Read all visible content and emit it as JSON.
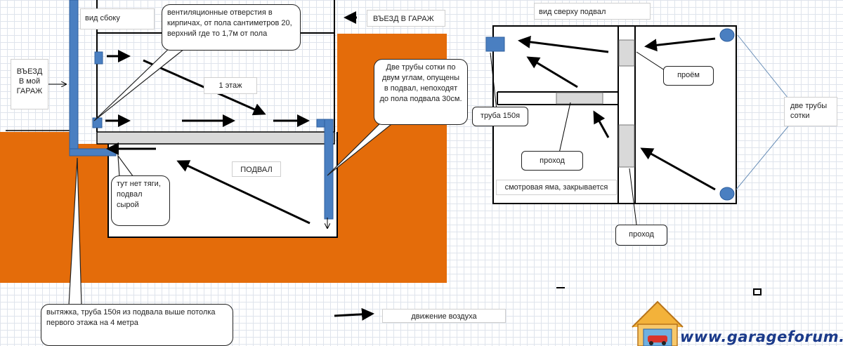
{
  "side_view": {
    "title": "вид сбоку",
    "entrance_top": "ВЪЕЗД В ГАРАЖ",
    "entrance_left": "ВЪЕЗД В мой ГАРАЖ",
    "floor1": "1 этаж",
    "basement": "ПОДВАЛ",
    "callout_vents": "вентиляционные отверстия в кирпичах, от пола сантиметров 20, верхний где то 1,7м от пола",
    "callout_pipes": "Две трубы сотки по двум углам, опущены в подвал, непоходят до пола подвала 30см.",
    "callout_nodraft": "тут нет тяги, подвал сырой",
    "callout_exhaust": "вытяжка, труба 150я  из подвала выше потолка первого этажа на 4 метра"
  },
  "legend": {
    "air_flow": "движение воздуха"
  },
  "top_view": {
    "title": "вид сверху подвал",
    "opening": "проём",
    "pipe150": "труба 150я",
    "passage1": "проход",
    "pit": "смотровая яма, закрывается",
    "passage2": "проход",
    "two_pipes": "две трубы сотки"
  },
  "watermark": "www.garageforum.ru",
  "colors": {
    "ground": "#e46c0a",
    "pipe": "#4a7fc1",
    "pipe_border": "#2f5f9e",
    "slab": "#d9d9d9"
  }
}
